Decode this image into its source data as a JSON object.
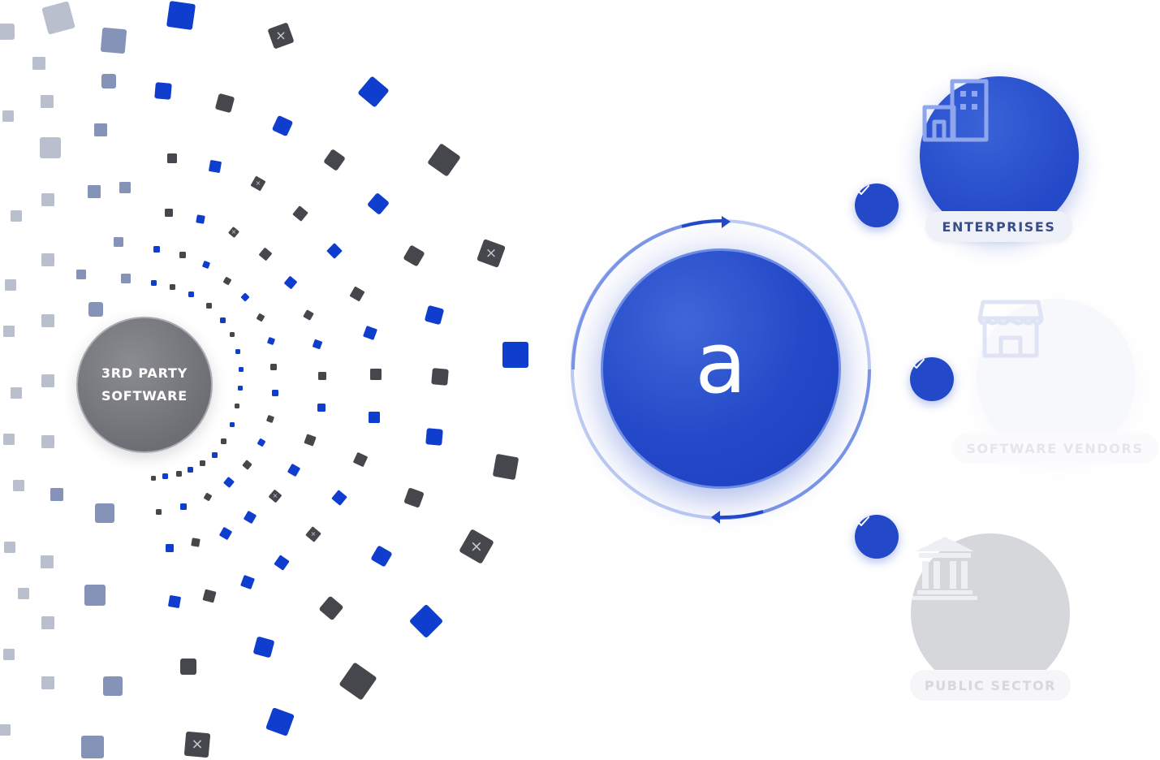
{
  "source": {
    "label_line1": "3RD PARTY",
    "label_line2": "SOFTWARE"
  },
  "hub": {
    "logo_glyph": "a"
  },
  "targets": [
    {
      "label": "ENTERPRISES",
      "icon": "building-icon",
      "state": "active"
    },
    {
      "label": "SOFTWARE VENDORS",
      "icon": "storefront-icon",
      "state": "faded"
    },
    {
      "label": "PUBLIC SECTOR",
      "icon": "institution-icon",
      "state": "faded"
    }
  ],
  "check_icon": "check-icon",
  "colors": {
    "primary_blue": "#2348c8",
    "bright_blue": "#0f3ecf",
    "dark_square": "#45474d",
    "slate_square": "#7f8db5",
    "pale_square": "#a3a9bd",
    "source_gray": "#74767c"
  }
}
